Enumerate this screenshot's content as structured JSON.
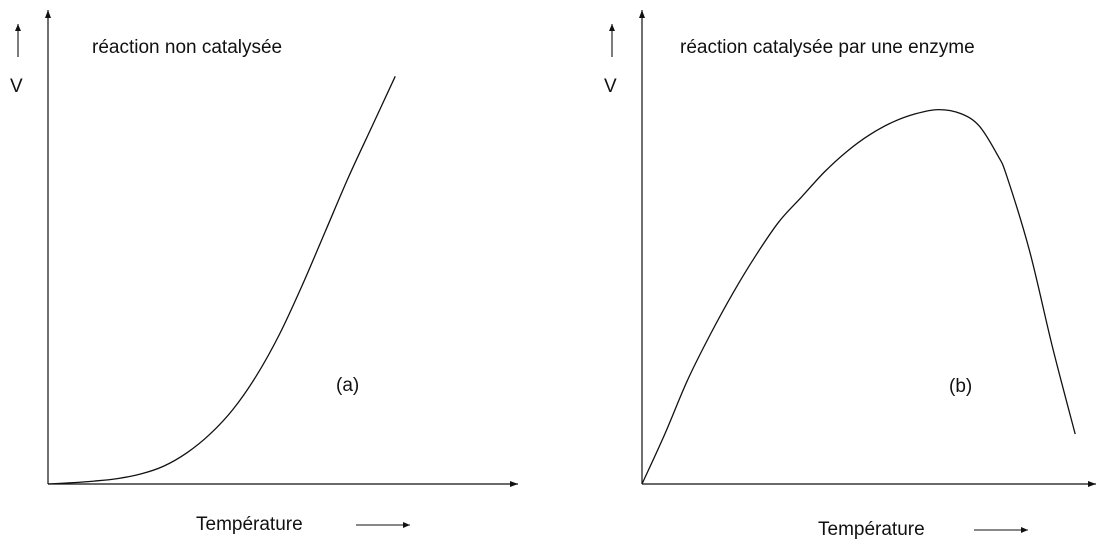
{
  "chart_data": [
    {
      "type": "line",
      "title": "réaction non catalysée",
      "xlabel": "Température",
      "ylabel": "V",
      "annotation": "(a)",
      "grid": false,
      "legend": "none",
      "x_ticks": "none",
      "y_ticks": "none",
      "series": [
        {
          "x": [
            0,
            0.05,
            0.1,
            0.15,
            0.2,
            0.25,
            0.3,
            0.35,
            0.4,
            0.45,
            0.5,
            0.55,
            0.6,
            0.65,
            0.7,
            0.75
          ],
          "y": [
            0,
            0.003,
            0.007,
            0.013,
            0.024,
            0.043,
            0.075,
            0.12,
            0.18,
            0.26,
            0.36,
            0.48,
            0.61,
            0.74,
            0.86,
            0.98
          ]
        }
      ]
    },
    {
      "type": "line",
      "title": "réaction catalysée par une enzyme",
      "xlabel": "Température",
      "ylabel": "V",
      "annotation": "(b)",
      "grid": false,
      "legend": "none",
      "x_ticks": "none",
      "y_ticks": "none",
      "series": [
        {
          "x": [
            0,
            0.05,
            0.1,
            0.15,
            0.2,
            0.25,
            0.3,
            0.35,
            0.4,
            0.45,
            0.5,
            0.55,
            0.6,
            0.65,
            0.7,
            0.74,
            0.78,
            0.8,
            0.85,
            0.9,
            0.95
          ],
          "y": [
            0,
            0.12,
            0.25,
            0.36,
            0.46,
            0.55,
            0.63,
            0.69,
            0.75,
            0.8,
            0.84,
            0.87,
            0.89,
            0.9,
            0.89,
            0.86,
            0.79,
            0.74,
            0.56,
            0.33,
            0.12
          ]
        }
      ]
    }
  ],
  "figure_text": {
    "temperature_arrow": "→"
  }
}
